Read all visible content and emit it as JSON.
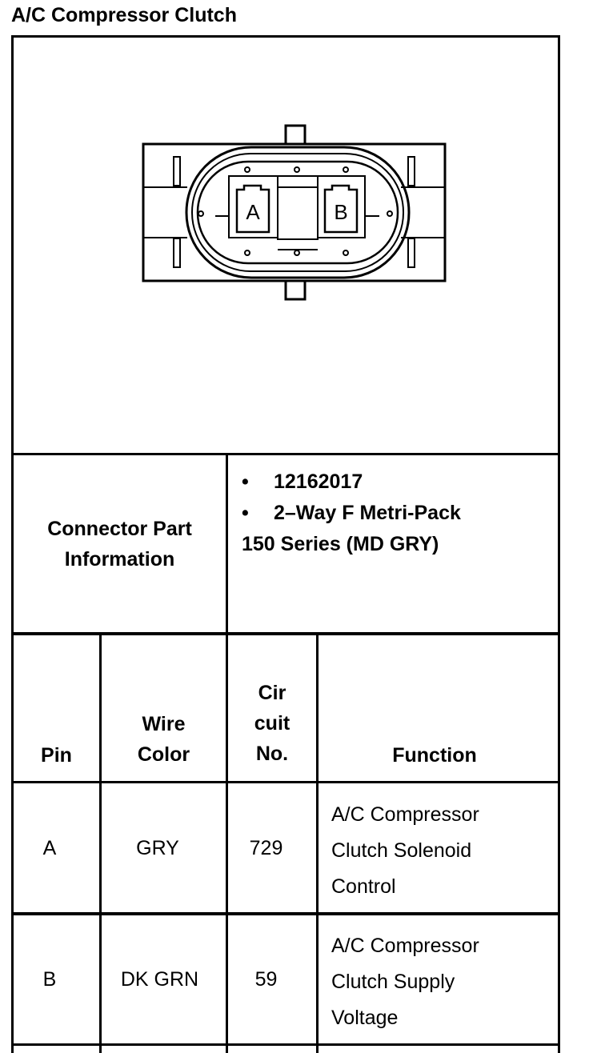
{
  "title": "A/C Compressor Clutch",
  "diagram": {
    "pin_labels": [
      "A",
      "B"
    ]
  },
  "connector_info": {
    "label_line1": "Connector Part",
    "label_line2": "Information",
    "bullet1": "12162017",
    "bullet2": "2–Way F Metri-Pack",
    "bullet2_cont": "150 Series (MD GRY)"
  },
  "table": {
    "headers": {
      "pin": "Pin",
      "wire_line1": "Wire",
      "wire_line2": "Color",
      "cir_line1": "Cir",
      "cir_line2": "cuit",
      "cir_line3": "No.",
      "function": "Function"
    },
    "rows": [
      {
        "pin": "A",
        "wire": "GRY",
        "circuit": "729",
        "func1": "A/C Compressor",
        "func2": "Clutch Solenoid",
        "func3": "Control"
      },
      {
        "pin": "B",
        "wire": "DK GRN",
        "circuit": "59",
        "func1": "A/C Compressor",
        "func2": "Clutch Supply",
        "func3": "Voltage"
      }
    ]
  }
}
